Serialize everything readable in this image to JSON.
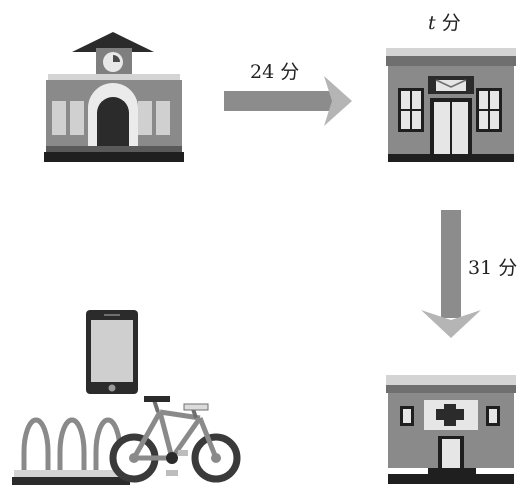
{
  "labels": {
    "top_arrow": "24 分",
    "store_var": "t",
    "store_unit": "分",
    "side_arrow": "31 分"
  },
  "icons": [
    "school-icon",
    "post-office-icon",
    "hospital-icon",
    "smartphone-icon",
    "bicycle-icon",
    "bike-rack-icon"
  ],
  "colors": {
    "dark": "#2b2b2b",
    "mid": "#8a8a8a",
    "light": "#c9c9c9",
    "arrow": "#8c8c8c",
    "arrow_tip": "#b5b5b5"
  }
}
